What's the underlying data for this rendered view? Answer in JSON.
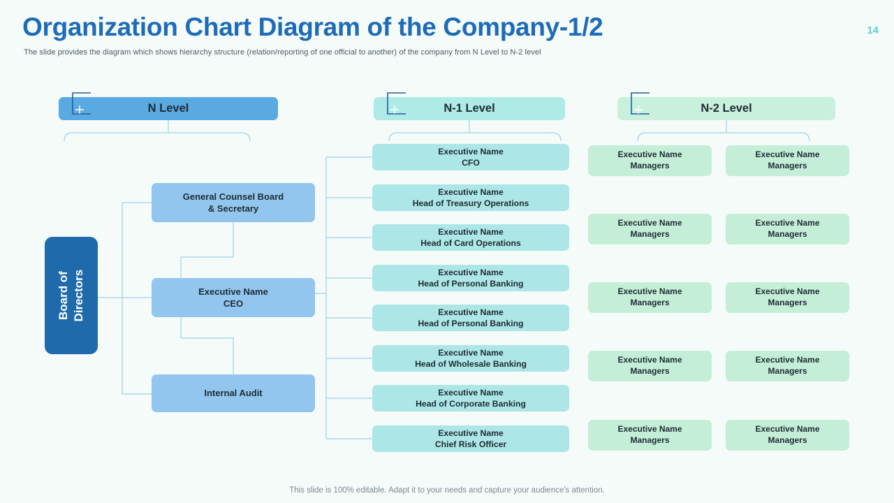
{
  "header": {
    "title": "Organization Chart Diagram of the Company-1/2",
    "subtitle": "The slide provides the diagram which shows hierarchy structure (relation/reporting of one official to another) of the company from N Level to N-2 level",
    "page_number": "14"
  },
  "footer": {
    "note": "This slide is 100% editable. Adapt it to your needs and capture your audience's attention."
  },
  "colors": {
    "background": "#f4fbf9",
    "title": "#1e6bb8",
    "page_number": "#5fd0d8",
    "n_level_header": "#5aa9e0",
    "n1_level_header": "#aeeae6",
    "n2_level_header": "#c9f0dd",
    "board_box": "#1f6aab",
    "n_node": "#93c6ee",
    "n1_node": "#ade6e6",
    "n2_node": "#c5eed9",
    "connector_line": "#9dd3e8",
    "bracket_ornament": "#1f5fa0"
  },
  "levels": [
    {
      "id": "n",
      "label": "N Level"
    },
    {
      "id": "n1",
      "label": "N-1 Level"
    },
    {
      "id": "n2",
      "label": "N-2 Level"
    }
  ],
  "root": {
    "label_line1": "Board of",
    "label_line2": "Directors"
  },
  "n_level_nodes": [
    {
      "line1": "General Counsel Board",
      "line2": "& Secretary"
    },
    {
      "line1": "Executive Name",
      "line2": "CEO"
    },
    {
      "line1": "Internal Audit",
      "line2": ""
    }
  ],
  "n1_level_nodes": [
    {
      "line1": "Executive Name",
      "line2": "CFO"
    },
    {
      "line1": "Executive Name",
      "line2": "Head of Treasury Operations"
    },
    {
      "line1": "Executive Name",
      "line2": "Head of Card Operations"
    },
    {
      "line1": "Executive Name",
      "line2": "Head of Personal Banking"
    },
    {
      "line1": "Executive Name",
      "line2": "Head of Personal Banking"
    },
    {
      "line1": "Executive Name",
      "line2": "Head of Wholesale Banking"
    },
    {
      "line1": "Executive Name",
      "line2": "Head of Corporate Banking"
    },
    {
      "line1": "Executive Name",
      "line2": "Chief Risk Officer"
    }
  ],
  "n2_level_nodes": [
    {
      "line1": "Executive Name",
      "line2": "Managers"
    },
    {
      "line1": "Executive Name",
      "line2": "Managers"
    },
    {
      "line1": "Executive Name",
      "line2": "Managers"
    },
    {
      "line1": "Executive Name",
      "line2": "Managers"
    },
    {
      "line1": "Executive Name",
      "line2": "Managers"
    },
    {
      "line1": "Executive Name",
      "line2": "Managers"
    },
    {
      "line1": "Executive Name",
      "line2": "Managers"
    },
    {
      "line1": "Executive Name",
      "line2": "Managers"
    },
    {
      "line1": "Executive Name",
      "line2": "Managers"
    },
    {
      "line1": "Executive Name",
      "line2": "Managers"
    }
  ]
}
